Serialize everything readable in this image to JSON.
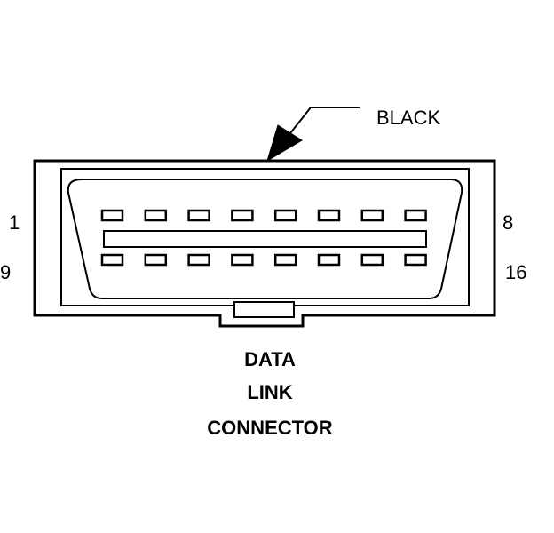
{
  "connector": {
    "color_label": "BLACK",
    "pin_labels": {
      "top_left": "1",
      "top_right": "8",
      "bottom_left": "9",
      "bottom_right": "16"
    },
    "pins_per_row": 8,
    "rows": 2
  },
  "caption": {
    "line1": "DATA",
    "line2": "LINK",
    "line3": "CONNECTOR"
  }
}
